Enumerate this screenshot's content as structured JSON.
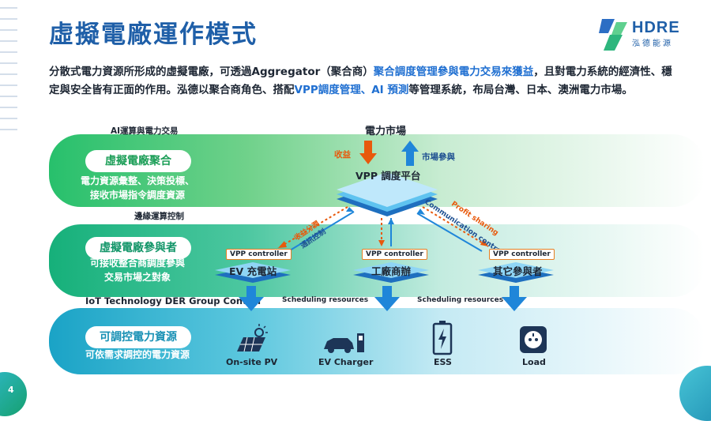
{
  "title": "虛擬電廠運作模式",
  "logo": {
    "name": "HDRE",
    "sub": "泓德能源"
  },
  "intro": {
    "p1": "分散式電力資源所形成的虛擬電廠，可透過Aggregator（聚合商）",
    "hl1": "聚合調度管理參與電力交易來獲益",
    "p2": "，且對電力系統的經濟性、穩定與安全皆有正面的作用。泓德以聚合商角色、搭配",
    "hl2": "VPP調度管理、AI 預測",
    "p3": "等管理系統，布局台灣、日本、澳洲電力市場。"
  },
  "labels": {
    "ai": "AI運算與電力交易",
    "edge": "邊緣運算控制",
    "iot": "IoT Technology DER Group Control",
    "sched1": "Scheduling resources",
    "sched2": "Scheduling resources"
  },
  "layers": {
    "aggregation": {
      "title": "虛擬電廠聚合",
      "desc1": "電力資源彙整、決策投標、",
      "desc2": "接收市場指令調度資源"
    },
    "participants": {
      "title": "虛擬電廠參與者",
      "desc1": "可接收整合商調度參與",
      "desc2": "交易市場之對象"
    },
    "resources": {
      "title": "可調控電力資源",
      "desc1": "可依需求調控的電力資源"
    }
  },
  "market": {
    "name": "電力市場",
    "revenue": "收益",
    "participation": "市場參與",
    "platform": "VPP 調度平台"
  },
  "flows": {
    "rev_share": "收益分潤",
    "comm_ctrl": "通訊控制",
    "profit": "Profit sharing",
    "communication": "Communication control"
  },
  "nodes": [
    {
      "controller": "VPP controller",
      "name": "EV 充電站"
    },
    {
      "controller": "VPP controller",
      "name": "工廠商辦"
    },
    {
      "controller": "VPP controller",
      "name": "其它參與者"
    }
  ],
  "resources": [
    {
      "label": "On-site PV",
      "icon": "solar-panel-icon"
    },
    {
      "label": "EV Charger",
      "icon": "ev-charger-icon"
    },
    {
      "label": "ESS",
      "icon": "battery-icon"
    },
    {
      "label": "Load",
      "icon": "power-socket-icon"
    }
  ],
  "page_number": "4",
  "colors": {
    "title": "#1f5fa8",
    "highlight": "#1f6fd1",
    "orange": "#e8590c",
    "arrow_blue": "#1f86d9"
  }
}
